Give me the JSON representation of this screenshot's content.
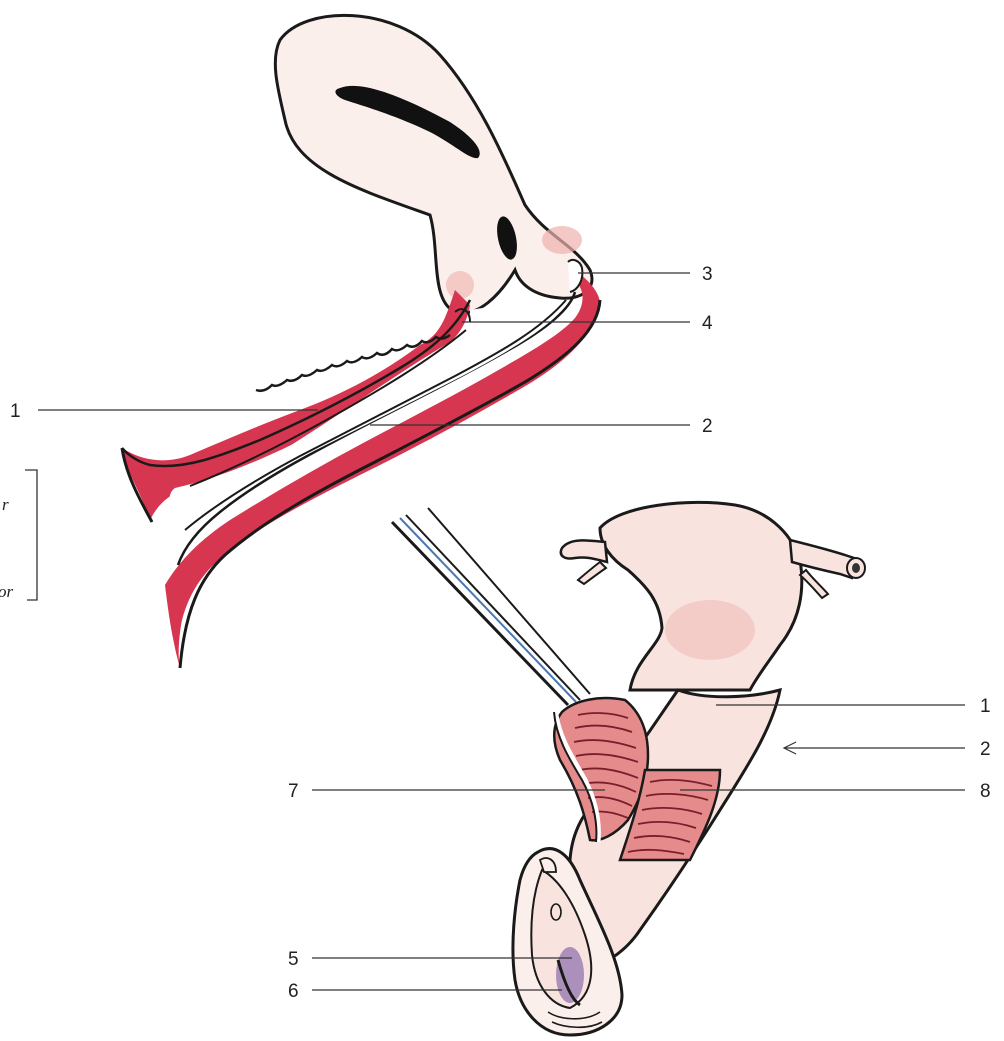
{
  "colors": {
    "mucosa_red": "#d6364f",
    "tissue_pink": "#f8e3df",
    "blush": "#eeb0ac",
    "outline": "#1a1a1a",
    "fold_stripe": "#c0394e",
    "instrument_blue": "#4a78b5"
  },
  "side_labels": {
    "upper": "r",
    "lower": "or"
  },
  "upper_drawing": {
    "labels": {
      "l1": "1",
      "l2": "2",
      "l3": "3",
      "l4": "4"
    }
  },
  "lower_drawing": {
    "labels": {
      "l1": "1",
      "l2": "2",
      "l5": "5",
      "l6": "6",
      "l7": "7",
      "l8": "8"
    }
  }
}
